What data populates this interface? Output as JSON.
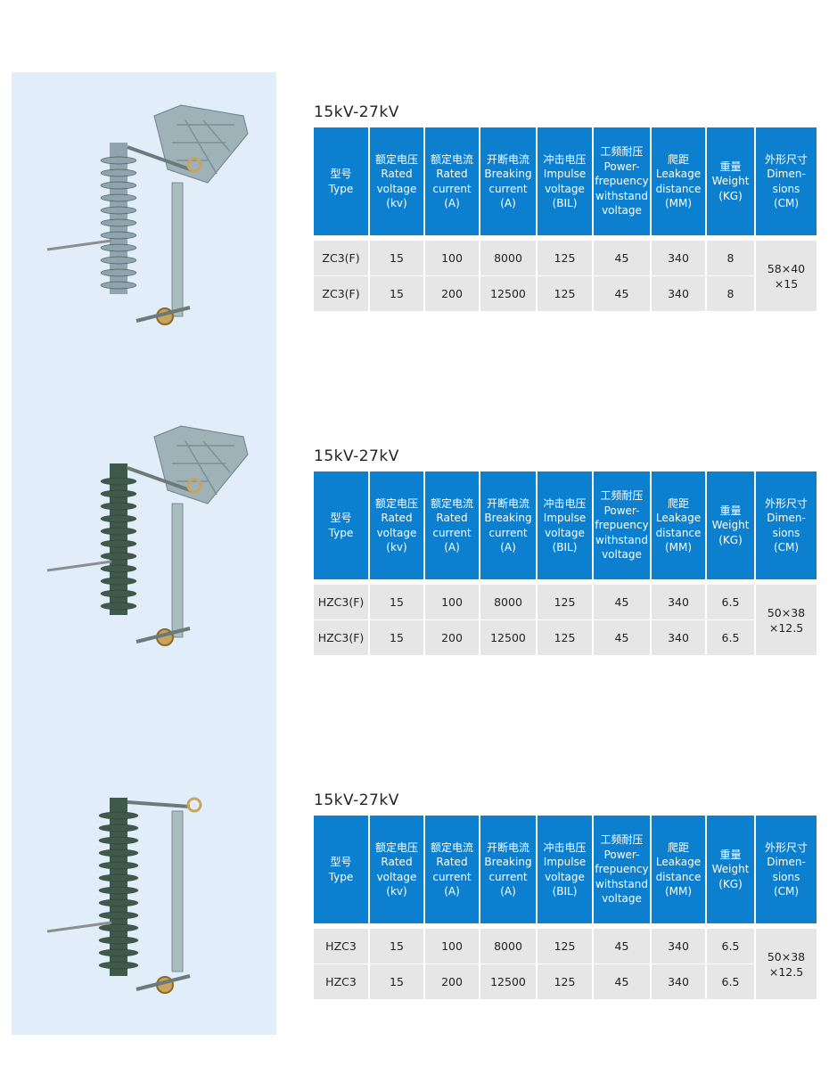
{
  "columns": [
    {
      "cn": "型号",
      "en": [
        "Type"
      ]
    },
    {
      "cn": "额定电压",
      "en": [
        "Rated",
        "voltage",
        "(kv)"
      ]
    },
    {
      "cn": "额定电流",
      "en": [
        "Rated",
        "current",
        "(A)"
      ]
    },
    {
      "cn": "开断电流",
      "en": [
        "Breaking",
        "current",
        "(A)"
      ]
    },
    {
      "cn": "冲击电压",
      "en": [
        "Impulse",
        "voltage",
        "(BIL)"
      ]
    },
    {
      "cn": "工频耐压",
      "en": [
        "Power-",
        "frepuency",
        "withstand",
        "voltage"
      ]
    },
    {
      "cn": "爬距",
      "en": [
        "Leakage",
        "distance",
        "(MM)"
      ]
    },
    {
      "cn": "重量",
      "en": [
        "Weight",
        "(KG)"
      ]
    },
    {
      "cn": "外形尺寸",
      "en": [
        "Dimen-",
        "sions",
        "(CM)"
      ]
    }
  ],
  "sections": [
    {
      "title": "15kV-27kV",
      "dimensions": [
        "58×40",
        "×15"
      ],
      "rows": [
        [
          "ZC3(F)",
          "15",
          "100",
          "8000",
          "125",
          "45",
          "340",
          "8"
        ],
        [
          "ZC3(F)",
          "15",
          "200",
          "12500",
          "125",
          "45",
          "340",
          "8"
        ]
      ],
      "insulator_color": "#8fa4ad"
    },
    {
      "title": "15kV-27kV",
      "dimensions": [
        "50×38",
        "×12.5"
      ],
      "rows": [
        [
          "HZC3(F)",
          "15",
          "100",
          "8000",
          "125",
          "45",
          "340",
          "6.5"
        ],
        [
          "HZC3(F)",
          "15",
          "200",
          "12500",
          "125",
          "45",
          "340",
          "6.5"
        ]
      ],
      "insulator_color": "#3f5a4a"
    },
    {
      "title": "15kV-27kV",
      "dimensions": [
        "50×38",
        "×12.5"
      ],
      "rows": [
        [
          "HZC3",
          "15",
          "100",
          "8000",
          "125",
          "45",
          "340",
          "6.5"
        ],
        [
          "HZC3",
          "15",
          "200",
          "12500",
          "125",
          "45",
          "340",
          "6.5"
        ]
      ],
      "insulator_color": "#3f5a4a"
    }
  ],
  "colors": {
    "header": "#0c7fce",
    "row": "#e6e6e6",
    "panel": "#e1eefa"
  }
}
